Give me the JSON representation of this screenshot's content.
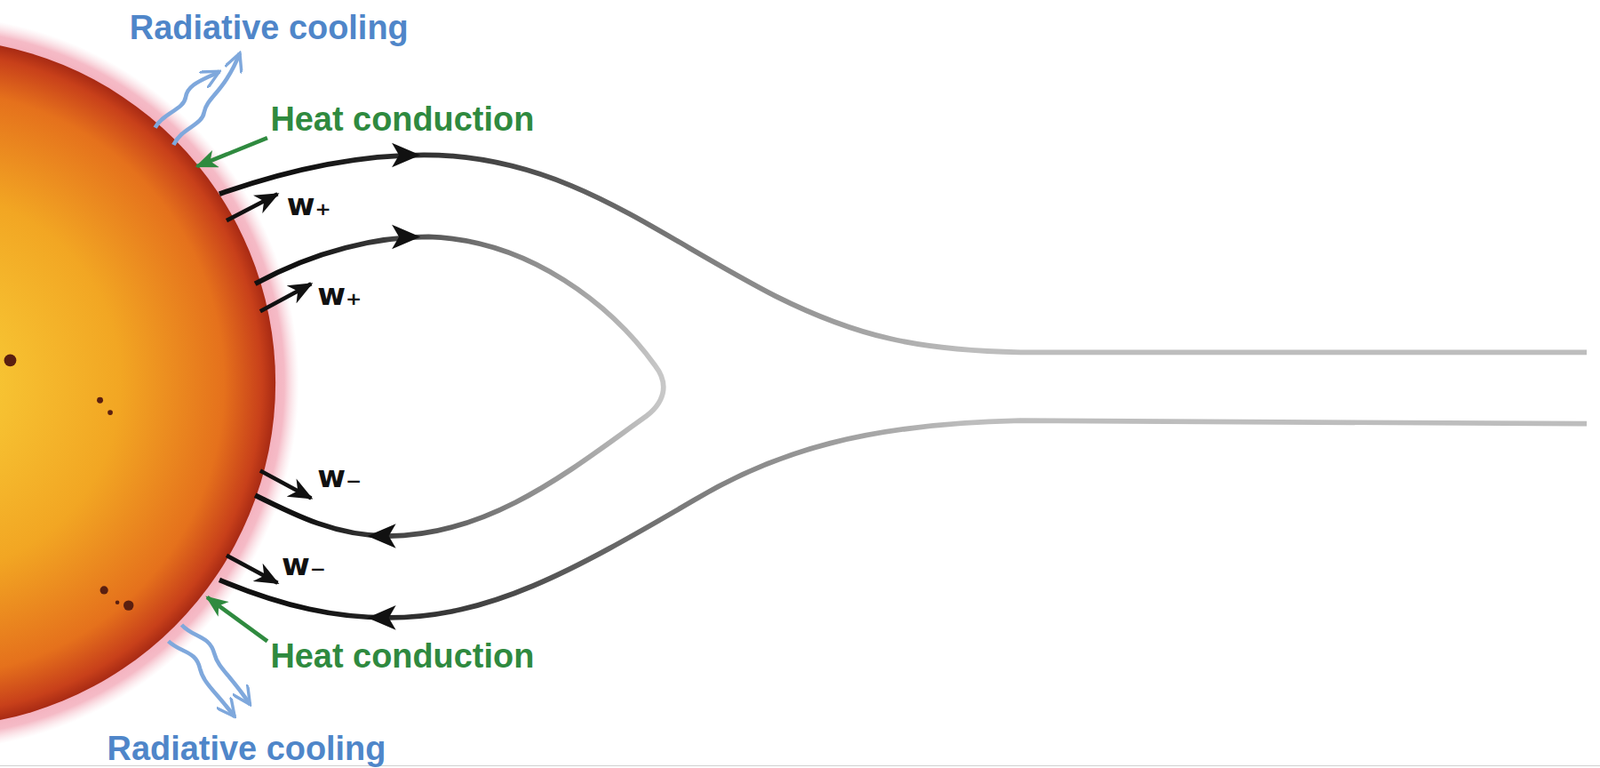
{
  "diagram": {
    "labels": [
      "Radiative cooling",
      "Heat conduction",
      "w₊",
      "w₊",
      "w₋",
      "w₋",
      "Heat conduction",
      "Radiative cooling"
    ]
  }
}
